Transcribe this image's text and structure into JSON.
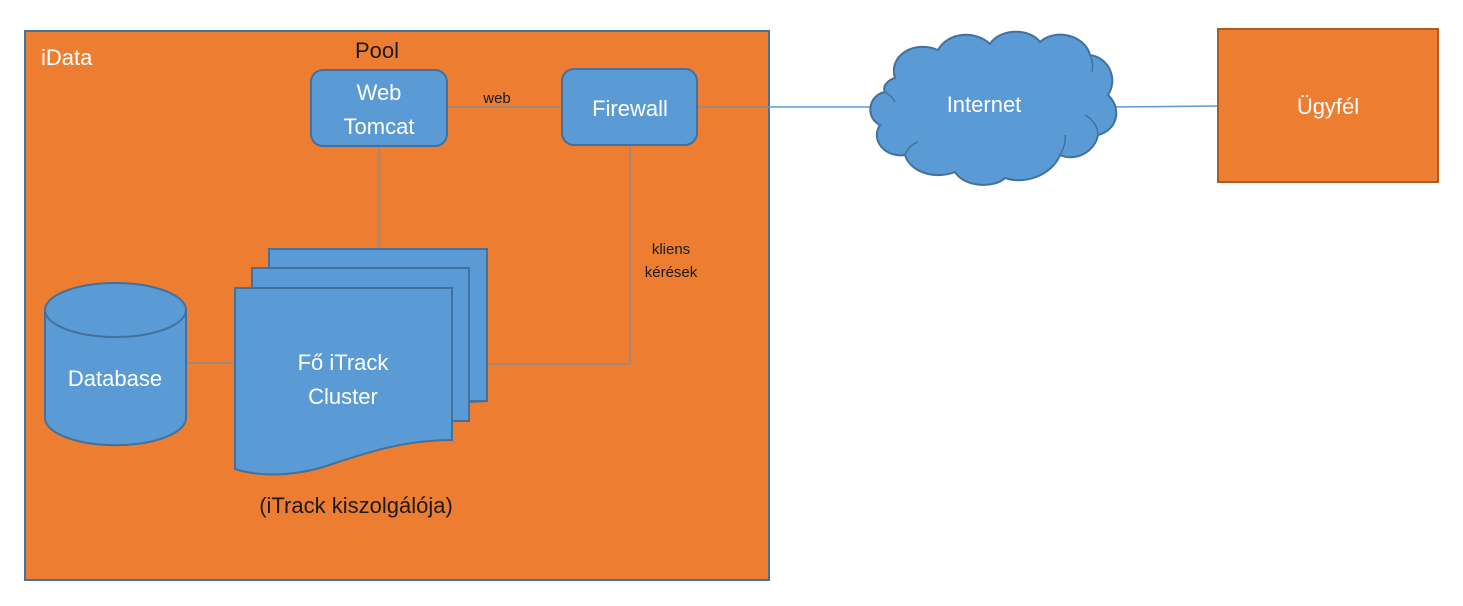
{
  "colors": {
    "container_fill": "#ED7D31",
    "container_border": "#41719C",
    "client_border": "#AE5A21",
    "node_fill": "#5B9BD5",
    "node_border": "#41719C",
    "connector_inner": "#8C8C8C",
    "connector_outer": "#5B9BD5",
    "label_light": "#FFFFFF",
    "label_dark": "#1A1A1A"
  },
  "container": {
    "name": "iData",
    "pool_label": "Pool"
  },
  "nodes": {
    "web_tomcat": {
      "line1": "Web",
      "line2": "Tomcat"
    },
    "firewall": {
      "label": "Firewall"
    },
    "database": {
      "label": "Database"
    },
    "cluster": {
      "line1": "Fő iTrack",
      "line2": "Cluster",
      "caption": "(iTrack kiszolgálója)"
    },
    "internet": {
      "label": "Internet"
    },
    "client": {
      "label": "Ügyfél"
    }
  },
  "edges": {
    "web_firewall": {
      "label": "web"
    },
    "firewall_cluster": {
      "line1": "kliens",
      "line2": "kérések"
    },
    "tomcat_cluster": {
      "label": ""
    },
    "database_cluster": {
      "label": ""
    },
    "firewall_internet": {
      "label": ""
    },
    "internet_client": {
      "label": ""
    }
  }
}
